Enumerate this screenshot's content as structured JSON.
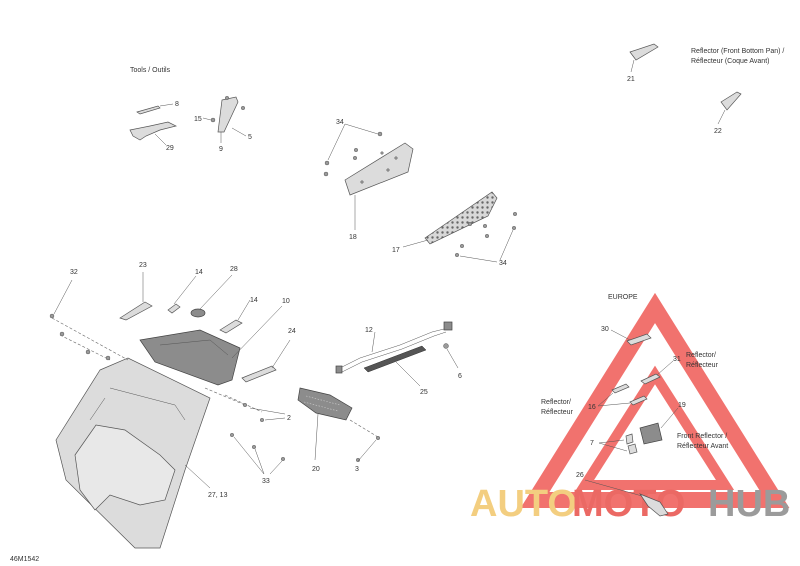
{
  "diagram": {
    "labels": {
      "tools": "Tools / Outils",
      "reflector_front_bottom_pan_1": "Reflector (Front Bottom Pan) /",
      "reflector_front_bottom_pan_2": "Réflecteur (Coque Avant)",
      "europe": "EUROPE",
      "reflector_1": "Reflector/",
      "reflector_1b": "Réflecteur",
      "reflector_2": "Reflector/",
      "reflector_2b": "Réflecteur",
      "front_reflector_1": "Front Reflector /",
      "front_reflector_2": "Réflecteur Avant",
      "figure_id": "46M1542"
    },
    "callouts": {
      "c8": "8",
      "c29": "29",
      "c15": "15",
      "c9": "9",
      "c5": "5",
      "c34a": "34",
      "c18": "18",
      "c17": "17",
      "c34b": "34",
      "c21": "21",
      "c22": "22",
      "c32": "32",
      "c23": "23",
      "c14a": "14",
      "c28": "28",
      "c14b": "14",
      "c10": "10",
      "c24": "24",
      "c2": "2",
      "c27_13": "27, 13",
      "c33": "33",
      "c20": "20",
      "c3": "3",
      "c12": "12",
      "c25": "25",
      "c6": "6",
      "c30": "30",
      "c31": "31",
      "c16": "16",
      "c19": "19",
      "c7": "7",
      "c26": "26"
    }
  },
  "watermark": {
    "part1": "AUTO",
    "part2": "MOTO",
    "part3": "HUB",
    "colors": {
      "gold": "#f2c66a",
      "red": "#e8504a",
      "gray": "#8a8a8a",
      "triangle": "#ef5a55"
    }
  }
}
